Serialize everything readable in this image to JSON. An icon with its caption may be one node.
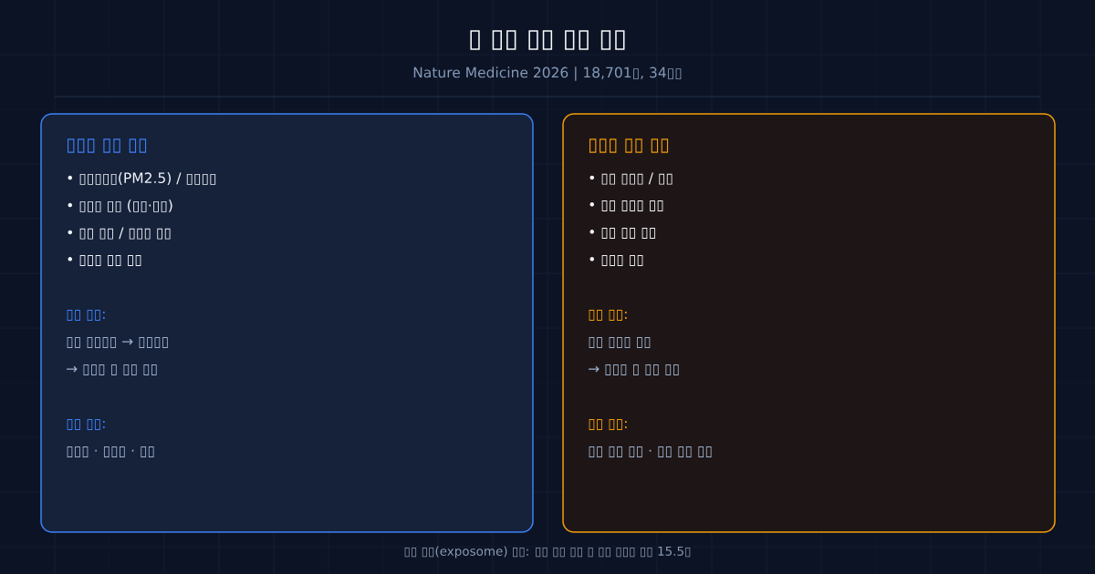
{
  "diagram": {
    "title": "▯ ▯▯ ▯▯ ▯▯ ▯▯",
    "caption": "▯▯ ▯▯(exposome) ▯▯: ▯▯ ▯▯ ▯▯ ▯ ▯▯ ▯▯▯ ▯▯ 15.5▯",
    "nodes": [
      {
        "text": [
          "▯▯▯ ▯▯ ▯▯",
          "• ▯▯▯▯▯(PM2.5) / ▯▯▯▯",
          "• ▯▯▯ ▯▯ (▯▯·▯▯)",
          "• ▯▯ ▯▯ / ▯▯▯ ▯▯",
          "• ▯▯▯ ▯▯ ▯▯",
          "▯▯ ▯▯:",
          "▯▯ ▯▯▯▯ → ▯▯▯▯",
          "→ ▯▯▯ ▯ ▯▯ ▯▯",
          "▯▯ ▯▯:",
          "▯▯▯ · ▯▯▯ · ▯▯"
        ]
      },
      {
        "text": [
          "▯▯▯ ▯▯ ▯▯",
          "• ▯▯ ▯▯▯ / ▯▯",
          "• ▯▯ ▯▯▯ ▯▯",
          "• ▯▯ ▯▯ ▯▯",
          "• ▯▯▯ ▯▯",
          "▯▯ ▯▯:",
          "▯▯ ▯▯▯ ▯▯",
          "→ ▯▯▯ ▯ ▯▯ ▯▯",
          "▯▯ ▯▯:",
          "▯▯ ▯▯ ▯▯ · ▯▯ ▯▯ ▯▯"
        ]
      }
    ],
    "labels": [
      "Nature Medicine 2026 | 18,701▯, 34▯▯"
    ]
  }
}
